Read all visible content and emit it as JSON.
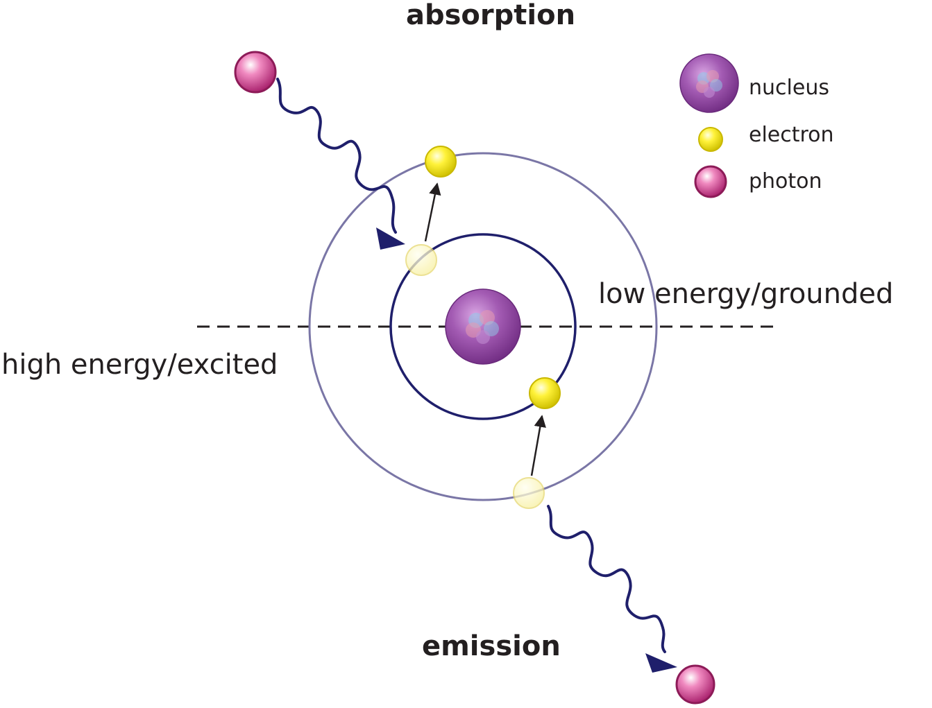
{
  "labels": {
    "absorption": "absorption",
    "emission": "emission",
    "low_energy": "low energy/grounded",
    "high_energy": "high energy/excited"
  },
  "legend": [
    {
      "key": "nucleus",
      "label": "nucleus"
    },
    {
      "key": "electron",
      "label": "electron"
    },
    {
      "key": "photon",
      "label": "photon"
    }
  ],
  "colors": {
    "inner_orbit": "#1f1f6b",
    "outer_orbit": "#7070a0",
    "wave": "#1f1f6b",
    "nucleus": "#8e3a9c",
    "electron": "#f2e600",
    "photon": "#c0307f",
    "dashed_line": "#231f20"
  }
}
